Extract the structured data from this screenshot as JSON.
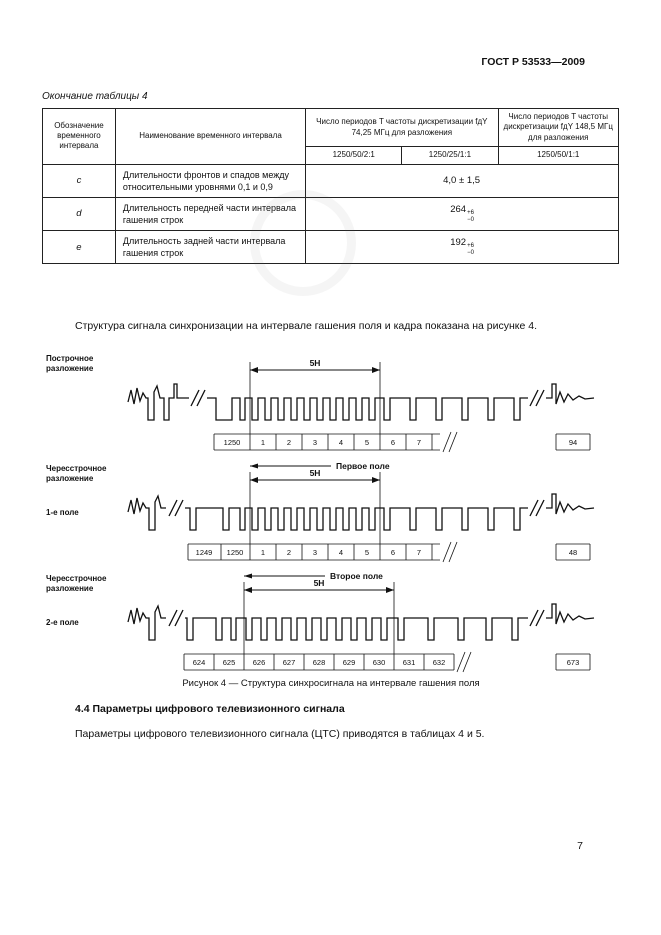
{
  "page": {
    "doc_number": "ГОСТ Р 53533—2009",
    "page_number": "7",
    "table_continuation": "Окончание таблицы 4",
    "intro_paragraph": "Структура сигнала синхронизации на интервале гашения поля и кадра показана на рисунке 4.",
    "section_heading": "4.4 Параметры цифрового телевизионного сигнала",
    "section_paragraph": "Параметры цифрового телевизионного сигнала (ЦТС) приводятся в таблицах 4 и 5."
  },
  "table": {
    "headers": {
      "col_designation": "Обозначение временного интервала",
      "col_name": "Наименование временного интервала",
      "col_group_74": "Число периодов T частоты дискретизации fдY 74,25 МГц для разложения",
      "col_group_148": "Число периодов T частоты дискретизации fдY 148,5 МГц для разложения",
      "sub_cols": [
        "1250/50/2:1",
        "1250/25/1:1",
        "1250/50/1:1"
      ]
    },
    "rows": [
      {
        "symbol": "c",
        "name": "Длительности фронтов и спадов между относительными уровнями 0,1 и 0,9",
        "value": "4,0 ± 1,5",
        "sup": "",
        "sub": ""
      },
      {
        "symbol": "d",
        "name": "Длительность передней части интервала гашения строк",
        "value": "264",
        "sup": "+6",
        "sub": "−0"
      },
      {
        "symbol": "e",
        "name": "Длительность задней части интервала гашения строк",
        "value": "192",
        "sup": "+6",
        "sub": "−0"
      }
    ]
  },
  "figure": {
    "caption": "Рисунок 4 — Структура синхросигнала на интервале гашения поля",
    "groups": [
      {
        "label_line1": "Построчное",
        "label_line2": "разложение",
        "field_label": "",
        "span_label": "5Н",
        "arrow_label": "",
        "ticks": [
          "1250",
          "1",
          "2",
          "3",
          "4",
          "5",
          "6",
          "7",
          "94"
        ]
      },
      {
        "label_line1": "Чересстрочное",
        "label_line2": "разложение",
        "field_label": "1-е поле",
        "span_label": "5Н",
        "arrow_label": "Первое поле",
        "ticks": [
          "1249",
          "1250",
          "1",
          "2",
          "3",
          "4",
          "5",
          "6",
          "7",
          "48"
        ]
      },
      {
        "label_line1": "Чересстрочное",
        "label_line2": "разложение",
        "field_label": "2-е поле",
        "span_label": "5Н",
        "arrow_label": "Второе поле",
        "ticks": [
          "624",
          "625",
          "626",
          "627",
          "628",
          "629",
          "630",
          "631",
          "632",
          "673"
        ]
      }
    ]
  }
}
